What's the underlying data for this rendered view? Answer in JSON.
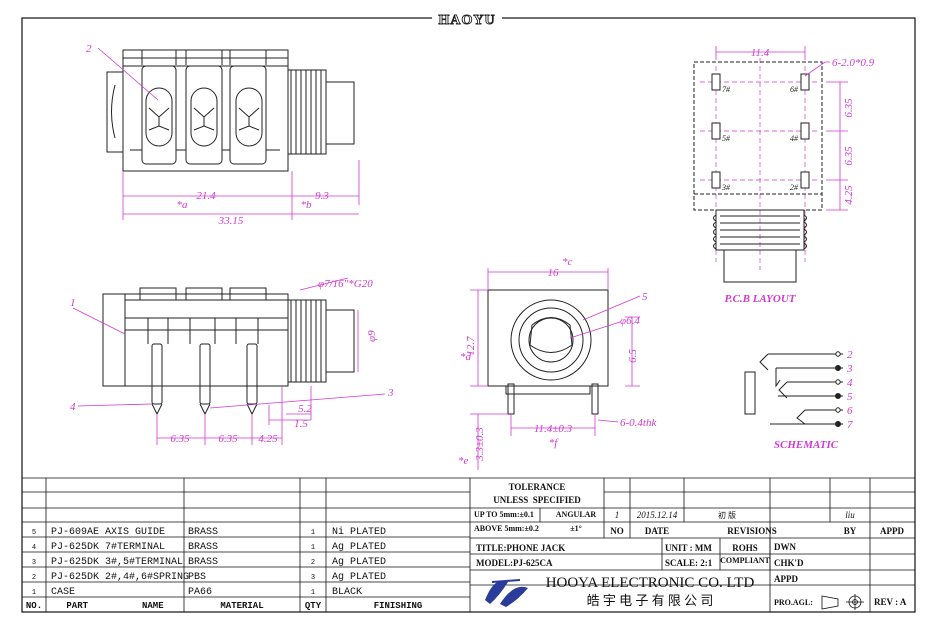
{
  "brand": "HAOYU",
  "colors": {
    "drawing": "#222222",
    "dimension": "#d23ad2",
    "pcb_pad": "#222222",
    "border": "#111111",
    "background": "#ffffff"
  },
  "dims_top": {
    "callout_2": "2",
    "d21": "21.4",
    "d9": "9.3",
    "d33": "33.15",
    "ref_a": "*a",
    "ref_b": "*b"
  },
  "dims_side": {
    "callout_1": "1",
    "callout_4": "4",
    "callout_3": "3",
    "thread": "φ7/16\"*G20",
    "dia9": "φ9",
    "d52": "5.2",
    "d15": "1.5",
    "d635a": "6.35",
    "d635b": "6.35",
    "d425": "4.25"
  },
  "dims_front": {
    "d16": "16",
    "ref_c": "*c",
    "callout_5": "5",
    "dia64": "φ6.4",
    "d127": "12.7",
    "ref_d": "*d",
    "d65": "6.5",
    "d114": "11.4±0.3",
    "ref_f": "*f",
    "pin": "6-0.4thk",
    "d33": "3.3±0.3",
    "ref_e": "*e"
  },
  "pcb": {
    "d114": "11.4",
    "holes": "6-2.0*0.9",
    "d635a": "6.35",
    "d635b": "6.35",
    "d425": "4.25",
    "pins": [
      "7#",
      "6#",
      "5#",
      "4#",
      "3#",
      "2#"
    ],
    "title": "P.C.B  LAYOUT"
  },
  "schematic": {
    "pins": [
      "2",
      "3",
      "4",
      "5",
      "6",
      "7"
    ],
    "title": "SCHEMATIC"
  },
  "tolerance": {
    "title": "TOLERANCE",
    "subtitle": "UNLESS  SPECIFIED",
    "up_to": "UP TO 5mm:±0.1",
    "above": "ABOVE 5mm:±0.2",
    "angular_label": "ANGULAR",
    "angular_value": "±1°"
  },
  "revision": {
    "no": "1",
    "date": "2015.12.14",
    "note": "初 版",
    "by": "liu",
    "hdr_no": "NO",
    "hdr_date": "DATE",
    "hdr_revisions": "REVISIONS",
    "hdr_by": "BY",
    "hdr_appd": "APPD"
  },
  "bom": {
    "rows": [
      {
        "no": "5",
        "part": "PJ-609AE AXIS GUIDE",
        "material": "BRASS",
        "qty": "1",
        "finish": "Ni PLATED"
      },
      {
        "no": "4",
        "part": "PJ-625DK 7#TERMINAL",
        "material": "BRASS",
        "qty": "1",
        "finish": "Ag PLATED"
      },
      {
        "no": "3",
        "part": "PJ-625DK 3#,5#TERMINAL",
        "material": "BRASS",
        "qty": "2",
        "finish": "Ag PLATED"
      },
      {
        "no": "2",
        "part": "PJ-625DK 2#,4#,6#SPRING",
        "material": "PBS",
        "qty": "3",
        "finish": "Ag PLATED"
      },
      {
        "no": "1",
        "part": "CASE",
        "material": "PA66",
        "qty": "1",
        "finish": "BLACK"
      }
    ],
    "headers": {
      "no": "NO.",
      "part": "PART          NAME",
      "material": "MATERIAL",
      "qty": "QTY",
      "finish": "FINISHING"
    }
  },
  "title_block": {
    "title": "TITLE:PHONE JACK",
    "model": "MODEL:PJ-625CA",
    "unit": "UNIT : MM",
    "scale": "SCALE: 2:1",
    "rohs": "ROHS",
    "compliant": "COMPLIANT",
    "dwn": "DWN",
    "chkd": "CHK'D",
    "appd": "APPD",
    "company": "HOOYA ELECTRONIC CO. LTD",
    "company_cn": "皓 宇 电 子 有 限 公 司",
    "proj": "PRO.AGL:",
    "rev": "REV : A"
  }
}
